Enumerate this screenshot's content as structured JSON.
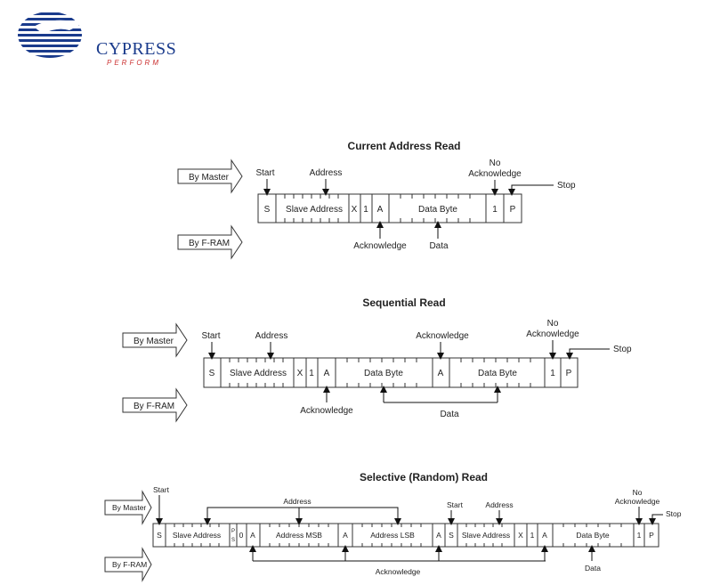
{
  "logo": {
    "name": "CYPRESS",
    "tagline": "PERFORM"
  },
  "labels": {
    "by_master": "By Master",
    "by_fram": "By F-RAM"
  },
  "diagram1": {
    "title": "Current Address Read",
    "start": "Start",
    "address": "Address",
    "no": "No",
    "no_ack": "Acknowledge",
    "stop": "Stop",
    "ack": "Acknowledge",
    "data": "Data",
    "cells": {
      "s": "S",
      "slave": "Slave Address",
      "x": "X",
      "one": "1",
      "a": "A",
      "data_byte": "Data Byte",
      "one_b": "1",
      "p": "P"
    }
  },
  "diagram2": {
    "title": "Sequential Read",
    "start": "Start",
    "address": "Address",
    "ack_top": "Acknowledge",
    "no": "No",
    "no_ack": "Acknowledge",
    "stop": "Stop",
    "ack_bottom": "Acknowledge",
    "data": "Data",
    "cells": {
      "s": "S",
      "slave": "Slave Address",
      "x": "X",
      "one": "1",
      "a1": "A",
      "data_byte1": "Data Byte",
      "a2": "A",
      "data_byte2": "Data Byte",
      "one_b": "1",
      "p": "P"
    }
  },
  "diagram3": {
    "title": "Selective (Random) Read",
    "start1": "Start",
    "address_top": "Address",
    "start2": "Start",
    "address2": "Address",
    "no": "No",
    "no_ack": "Acknowledge",
    "stop": "Stop",
    "ack": "Acknowledge",
    "data": "Data",
    "cells": {
      "s": "S",
      "slave": "Slave Address",
      "ps_p": "P",
      "ps_s": "S",
      "zero": "0",
      "a1": "A",
      "addr_msb": "Address MSB",
      "a2": "A",
      "addr_lsb": "Address LSB",
      "a3": "A",
      "s2": "S",
      "slave2": "Slave Address",
      "x": "X",
      "one": "1",
      "a4": "A",
      "data_byte": "Data Byte",
      "one_b": "1",
      "p": "P"
    }
  }
}
